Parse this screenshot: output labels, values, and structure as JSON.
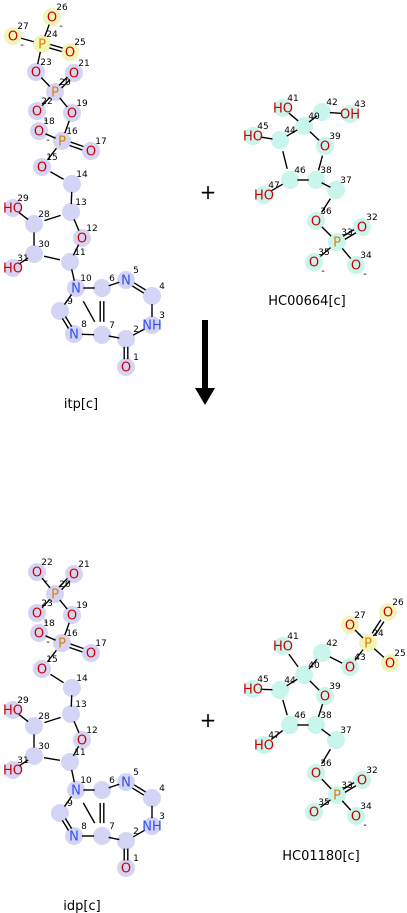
{
  "reaction": {
    "plus_symbol": "+",
    "colors": {
      "oxygen": "#cc0000",
      "nitrogen": "#3050f8",
      "phosphorus": "#e08000",
      "carbon": "#000000",
      "hl_purple": "#d4d4f5",
      "hl_cyan": "#c8f5ec",
      "hl_yellow": "#f2f5b8"
    },
    "molecules": [
      {
        "name": "itp[c]",
        "label_pos": "under-left-top",
        "atoms": [
          {
            "n": "26",
            "el": "O",
            "charge": "-",
            "hl": "yellow"
          },
          {
            "n": "27",
            "el": "O",
            "charge": "-",
            "hl": "yellow"
          },
          {
            "n": "24",
            "el": "P",
            "hl": "yellow"
          },
          {
            "n": "25",
            "el": "O",
            "hl": "yellow"
          },
          {
            "n": "23",
            "el": "O",
            "hl": "purple"
          },
          {
            "n": "20",
            "el": "P",
            "hl": "purple"
          },
          {
            "n": "21",
            "el": "O",
            "hl": "purple"
          },
          {
            "n": "22",
            "el": "O",
            "charge": "-",
            "hl": "purple"
          },
          {
            "n": "19",
            "el": "O",
            "hl": "purple"
          },
          {
            "n": "18",
            "el": "O",
            "charge": "-",
            "hl": "purple"
          },
          {
            "n": "16",
            "el": "P",
            "hl": "purple"
          },
          {
            "n": "17",
            "el": "O",
            "hl": "purple"
          },
          {
            "n": "15",
            "el": "O",
            "hl": "purple"
          },
          {
            "n": "14",
            "el": "C",
            "hl": "purple"
          },
          {
            "n": "29",
            "el": "HO",
            "hl": "purple"
          },
          {
            "n": "28",
            "el": "C",
            "hl": "purple"
          },
          {
            "n": "13",
            "el": "C",
            "hl": "purple"
          },
          {
            "n": "12",
            "el": "O",
            "hl": "purple"
          },
          {
            "n": "31",
            "el": "HO",
            "hl": "purple"
          },
          {
            "n": "30",
            "el": "C",
            "hl": "purple"
          },
          {
            "n": "11",
            "el": "C",
            "hl": "purple"
          },
          {
            "n": "10",
            "el": "N",
            "hl": "purple"
          },
          {
            "n": "9",
            "el": "C",
            "hl": "purple"
          },
          {
            "n": "8",
            "el": "N",
            "hl": "purple"
          },
          {
            "n": "7",
            "el": "C",
            "hl": "purple"
          },
          {
            "n": "6",
            "el": "C",
            "hl": "purple"
          },
          {
            "n": "5",
            "el": "N",
            "hl": "purple"
          },
          {
            "n": "4",
            "el": "C",
            "hl": "purple"
          },
          {
            "n": "3",
            "el": "NH",
            "hl": "purple"
          },
          {
            "n": "2",
            "el": "C",
            "hl": "purple"
          },
          {
            "n": "1",
            "el": "O",
            "hl": "purple"
          }
        ]
      },
      {
        "name": "HC00664[c]",
        "atoms": [
          {
            "n": "41",
            "el": "HO",
            "hl": "cyan"
          },
          {
            "n": "42",
            "el": "C",
            "hl": "cyan"
          },
          {
            "n": "43",
            "el": "OH",
            "hl": "cyan"
          },
          {
            "n": "40",
            "el": "C",
            "hl": "cyan"
          },
          {
            "n": "45",
            "el": "HO",
            "hl": "cyan"
          },
          {
            "n": "44",
            "el": "C",
            "hl": "cyan"
          },
          {
            "n": "39",
            "el": "O",
            "hl": "cyan"
          },
          {
            "n": "46",
            "el": "C",
            "hl": "cyan"
          },
          {
            "n": "38",
            "el": "C",
            "hl": "cyan"
          },
          {
            "n": "47",
            "el": "HO",
            "hl": "cyan"
          },
          {
            "n": "37",
            "el": "C",
            "hl": "cyan"
          },
          {
            "n": "36",
            "el": "O",
            "hl": "cyan"
          },
          {
            "n": "33",
            "el": "P",
            "hl": "cyan"
          },
          {
            "n": "32",
            "el": "O",
            "hl": "cyan"
          },
          {
            "n": "35",
            "el": "O",
            "charge": "-",
            "hl": "cyan"
          },
          {
            "n": "34",
            "el": "O",
            "charge": "-",
            "hl": "cyan"
          }
        ]
      },
      {
        "name": "idp[c]",
        "atoms": [
          {
            "n": "22",
            "el": "O",
            "charge": "-",
            "hl": "purple"
          },
          {
            "n": "20",
            "el": "P",
            "hl": "purple"
          },
          {
            "n": "21",
            "el": "O",
            "hl": "purple"
          },
          {
            "n": "23",
            "el": "O",
            "charge": "-",
            "hl": "purple"
          },
          {
            "n": "19",
            "el": "O",
            "hl": "purple"
          },
          {
            "n": "18",
            "el": "O",
            "charge": "-",
            "hl": "purple"
          },
          {
            "n": "16",
            "el": "P",
            "hl": "purple"
          },
          {
            "n": "17",
            "el": "O",
            "hl": "purple"
          },
          {
            "n": "15",
            "el": "O",
            "hl": "purple"
          },
          {
            "n": "14",
            "el": "C",
            "hl": "purple"
          },
          {
            "n": "29",
            "el": "HO",
            "hl": "purple"
          },
          {
            "n": "28",
            "el": "C",
            "hl": "purple"
          },
          {
            "n": "13",
            "el": "C",
            "hl": "purple"
          },
          {
            "n": "12",
            "el": "O",
            "hl": "purple"
          },
          {
            "n": "31",
            "el": "HO",
            "hl": "purple"
          },
          {
            "n": "30",
            "el": "C",
            "hl": "purple"
          },
          {
            "n": "11",
            "el": "C",
            "hl": "purple"
          },
          {
            "n": "10",
            "el": "N",
            "hl": "purple"
          },
          {
            "n": "9",
            "el": "C",
            "hl": "purple"
          },
          {
            "n": "8",
            "el": "N",
            "hl": "purple"
          },
          {
            "n": "7",
            "el": "C",
            "hl": "purple"
          },
          {
            "n": "6",
            "el": "C",
            "hl": "purple"
          },
          {
            "n": "5",
            "el": "N",
            "hl": "purple"
          },
          {
            "n": "4",
            "el": "C",
            "hl": "purple"
          },
          {
            "n": "3",
            "el": "NH",
            "hl": "purple"
          },
          {
            "n": "2",
            "el": "C",
            "hl": "purple"
          },
          {
            "n": "1",
            "el": "O",
            "hl": "purple"
          }
        ]
      },
      {
        "name": "HC01180[c]",
        "atoms": [
          {
            "n": "26",
            "el": "O",
            "hl": "yellow"
          },
          {
            "n": "27",
            "el": "O",
            "charge": "-",
            "hl": "yellow"
          },
          {
            "n": "24",
            "el": "P",
            "hl": "yellow"
          },
          {
            "n": "25",
            "el": "O",
            "hl": "yellow"
          },
          {
            "n": "41",
            "el": "HO",
            "hl": "cyan"
          },
          {
            "n": "42",
            "el": "C",
            "hl": "cyan"
          },
          {
            "n": "43",
            "el": "O",
            "hl": "cyan"
          },
          {
            "n": "40",
            "el": "C",
            "hl": "cyan"
          },
          {
            "n": "45",
            "el": "HO",
            "hl": "cyan"
          },
          {
            "n": "44",
            "el": "C",
            "hl": "cyan"
          },
          {
            "n": "39",
            "el": "O",
            "hl": "cyan"
          },
          {
            "n": "46",
            "el": "C",
            "hl": "cyan"
          },
          {
            "n": "38",
            "el": "C",
            "hl": "cyan"
          },
          {
            "n": "47",
            "el": "HO",
            "hl": "cyan"
          },
          {
            "n": "37",
            "el": "C",
            "hl": "cyan"
          },
          {
            "n": "36",
            "el": "O",
            "hl": "cyan"
          },
          {
            "n": "33",
            "el": "P",
            "hl": "cyan"
          },
          {
            "n": "32",
            "el": "O",
            "hl": "cyan"
          },
          {
            "n": "35",
            "el": "O",
            "hl": "cyan"
          },
          {
            "n": "34",
            "el": "O",
            "charge": "-",
            "hl": "cyan"
          }
        ]
      }
    ]
  }
}
